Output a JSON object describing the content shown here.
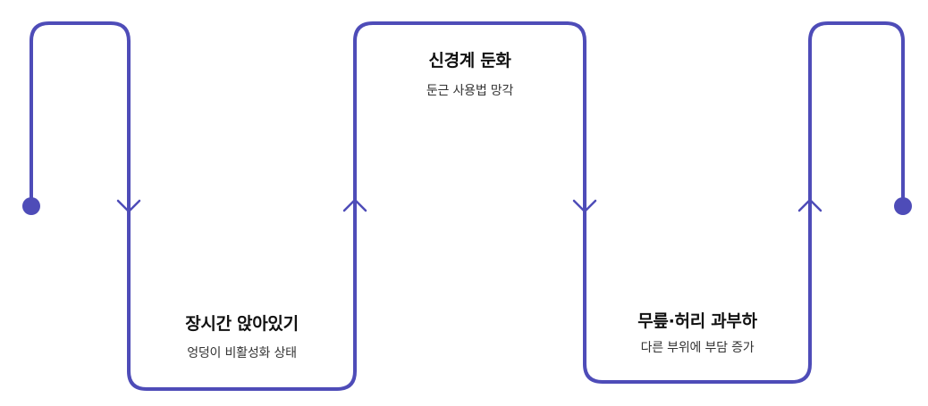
{
  "colors": {
    "line": "#4e4cb8",
    "text": "#111111",
    "subtext": "#333333"
  },
  "stages": [
    {
      "title": "장시간 앉아있기",
      "subtitle": "엉덩이 비활성화 상태"
    },
    {
      "title": "신경계 둔화",
      "subtitle": "둔근 사용법 망각"
    },
    {
      "title": "무릎·허리 과부하",
      "subtitle": "다른 부위에 부담 증가"
    }
  ]
}
